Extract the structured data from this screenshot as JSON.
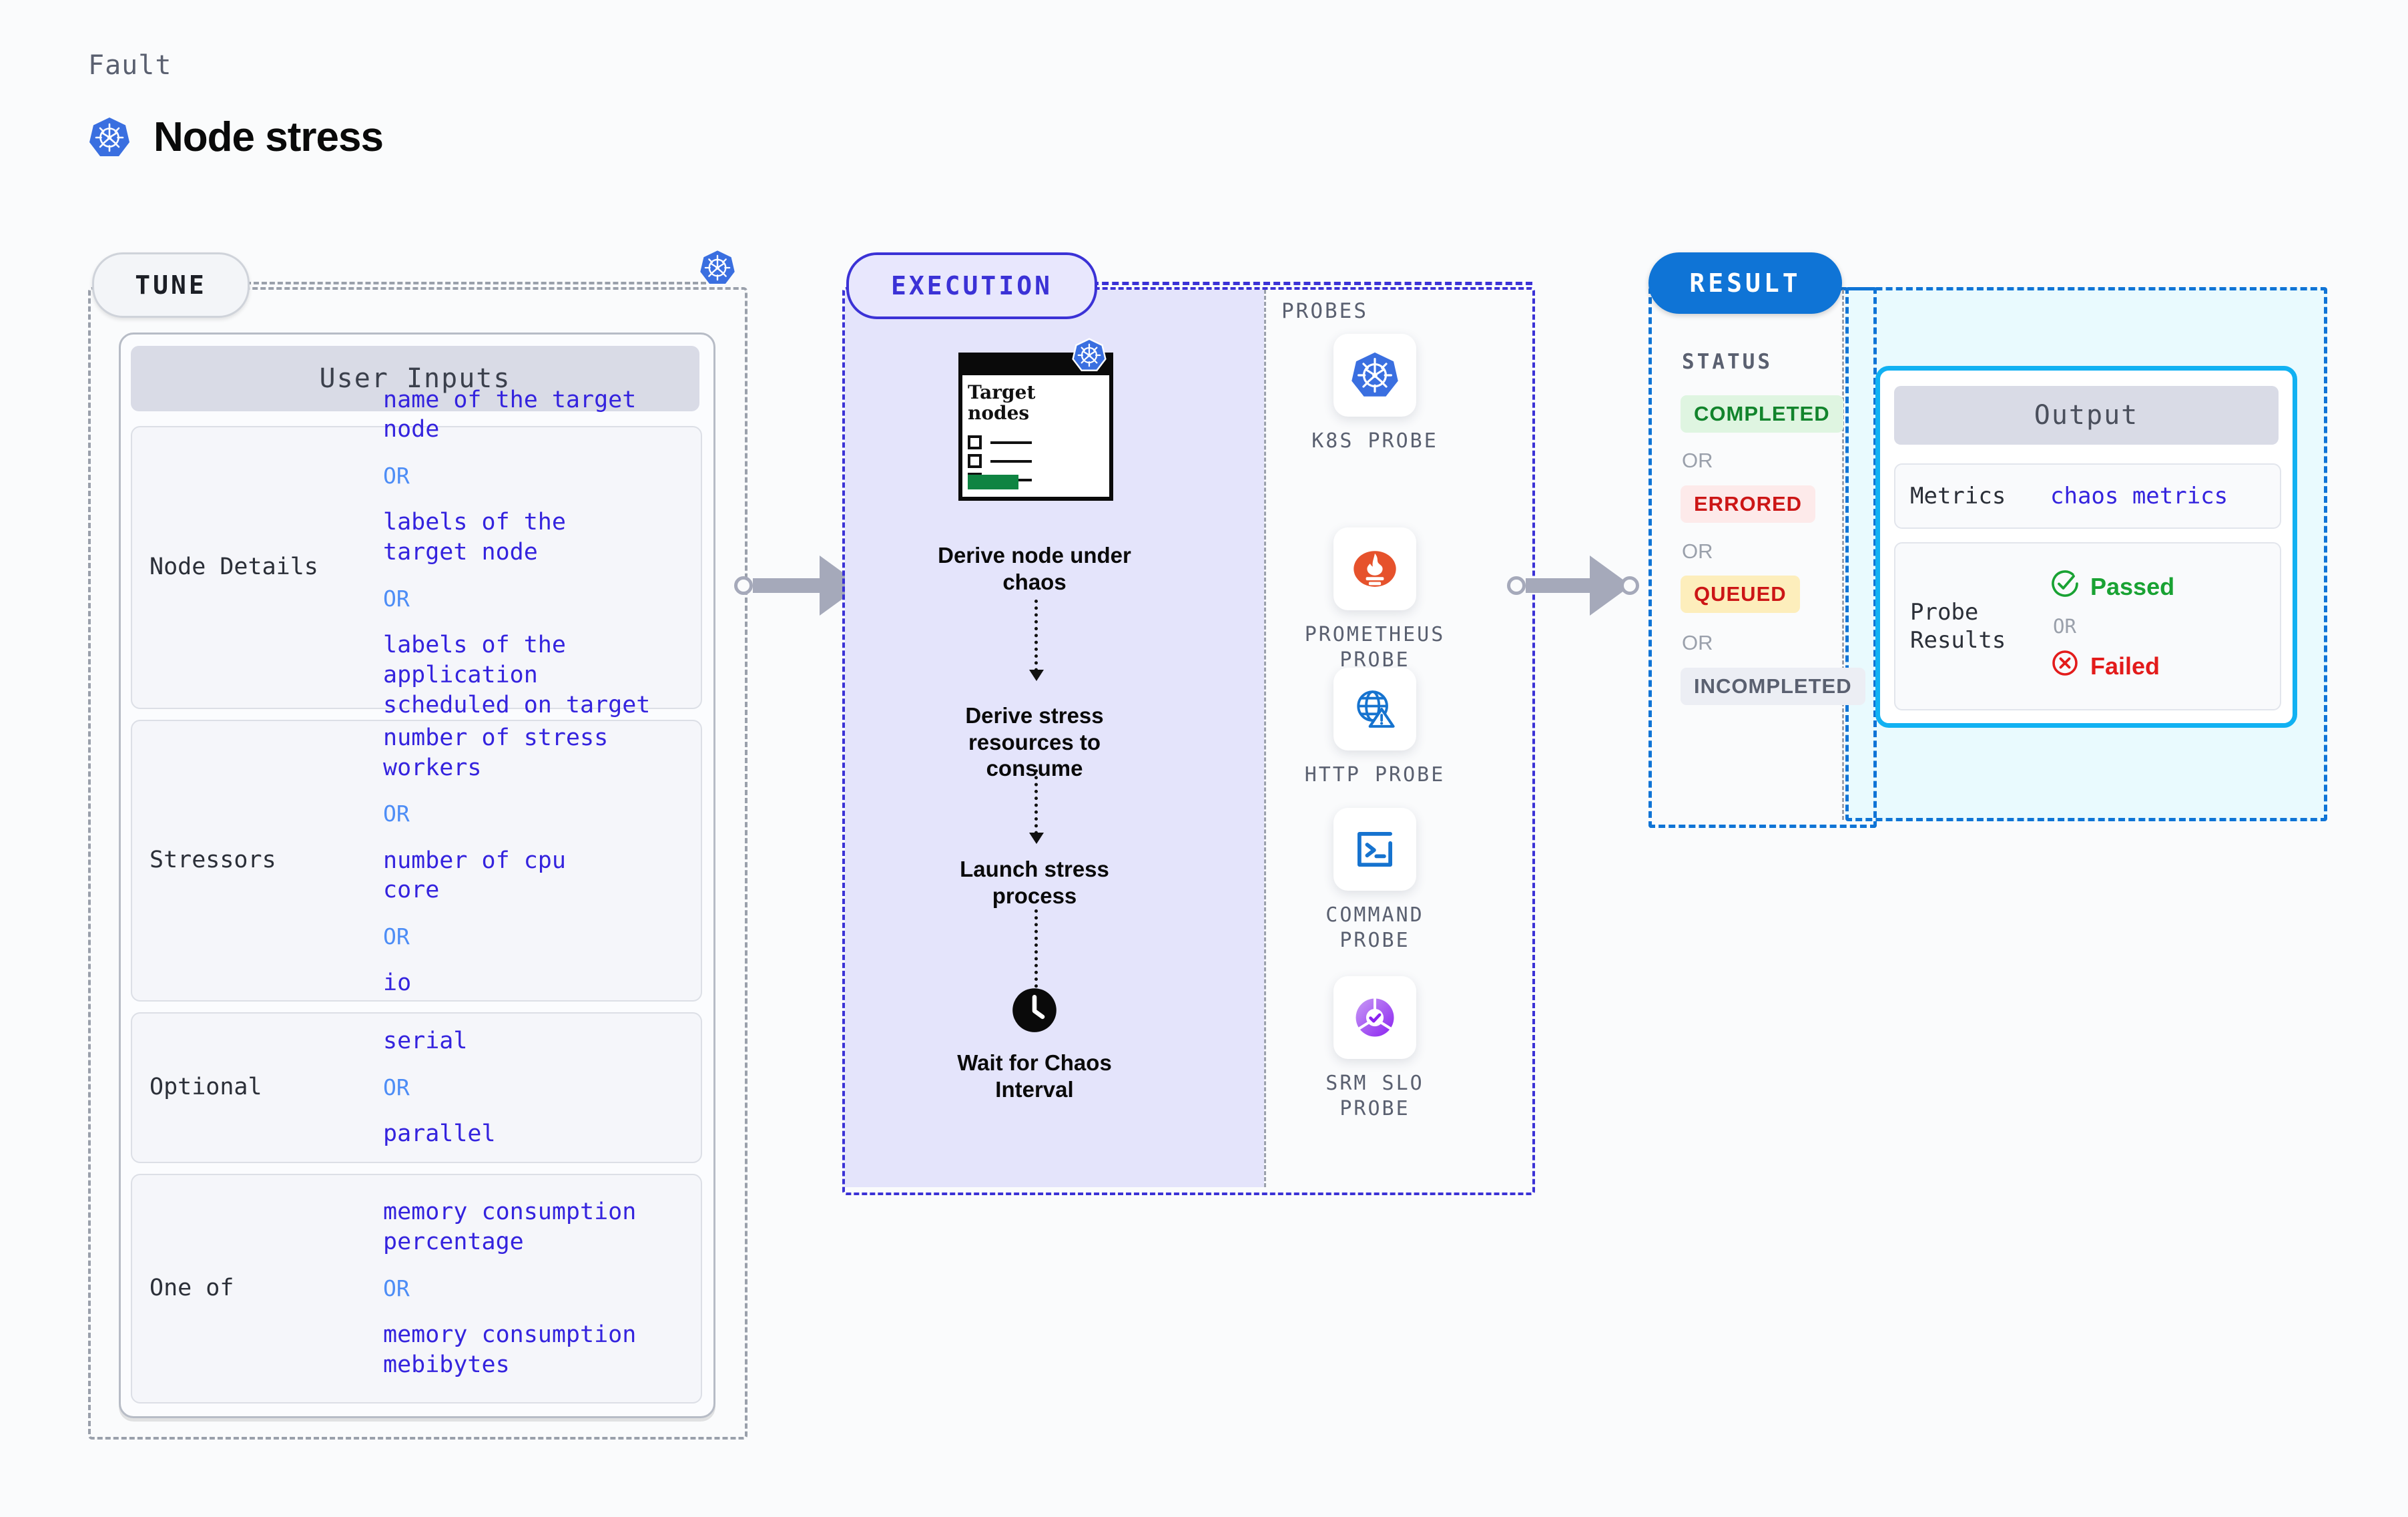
{
  "header": {
    "kicker": "Fault",
    "title": "Node stress",
    "icon": "kubernetes-icon"
  },
  "tune": {
    "chip_label": "TUNE",
    "badge_icon": "kubernetes-icon",
    "card_title": "User Inputs",
    "rows": [
      {
        "label": "Node Details",
        "values": [
          "name of the target\nnode",
          "labels of the\ntarget node",
          "labels of the application\n scheduled on target node"
        ],
        "separators": [
          "OR",
          "OR"
        ]
      },
      {
        "label": "Stressors",
        "values": [
          "number of stress\nworkers",
          "number of cpu\ncore",
          "io"
        ],
        "separators": [
          "OR",
          "OR"
        ]
      },
      {
        "label": "Optional",
        "values": [
          "serial",
          "parallel"
        ],
        "separators": [
          "OR"
        ]
      },
      {
        "label": "One of",
        "values": [
          "memory consumption\npercentage",
          "memory consumption\nmebibytes"
        ],
        "separators": [
          "OR"
        ]
      }
    ]
  },
  "execution": {
    "chip_label": "EXECUTION",
    "target_card": {
      "title": "Target\nnodes",
      "badge_icon": "kubernetes-icon",
      "checkbox_count": 3,
      "accent_color": "#0f8442"
    },
    "steps": [
      "Derive node under chaos",
      "Derive stress resources to consume",
      "Launch stress process",
      "Wait for Chaos Interval"
    ],
    "wait_icon": "clock-icon"
  },
  "probes": {
    "section_label": "PROBES",
    "items": [
      {
        "label": "K8S PROBE",
        "icon": "kubernetes-icon"
      },
      {
        "label": "PROMETHEUS PROBE",
        "icon": "prometheus-icon"
      },
      {
        "label": "HTTP PROBE",
        "icon": "globe-warning-icon"
      },
      {
        "label": "COMMAND PROBE",
        "icon": "terminal-icon"
      },
      {
        "label": "SRM SLO PROBE",
        "icon": "slo-check-icon"
      }
    ]
  },
  "result": {
    "chip_label": "RESULT",
    "status_label": "STATUS",
    "statuses": [
      {
        "text": "COMPLETED",
        "bg": "#dff5e1",
        "color": "#12842c"
      },
      {
        "text": "ERRORED",
        "bg": "#fdeaea",
        "color": "#cc1616"
      },
      {
        "text": "QUEUED",
        "bg": "#fdeebc",
        "color": "#cc1616"
      },
      {
        "text": "INCOMPLETED",
        "bg": "#eceef4",
        "color": "#5a6070"
      }
    ],
    "separator": "OR",
    "output": {
      "title": "Output",
      "metrics_label": "Metrics",
      "metrics_value": "chaos metrics",
      "probe_label": "Probe\nResults",
      "passed": "Passed",
      "failed": "Failed",
      "separator": "OR",
      "passed_icon": "check-circle-icon",
      "failed_icon": "x-circle-icon",
      "border_color": "#11b1f2"
    }
  },
  "connectors": {
    "arrow_color": "#a5a9ba",
    "count": 2
  }
}
